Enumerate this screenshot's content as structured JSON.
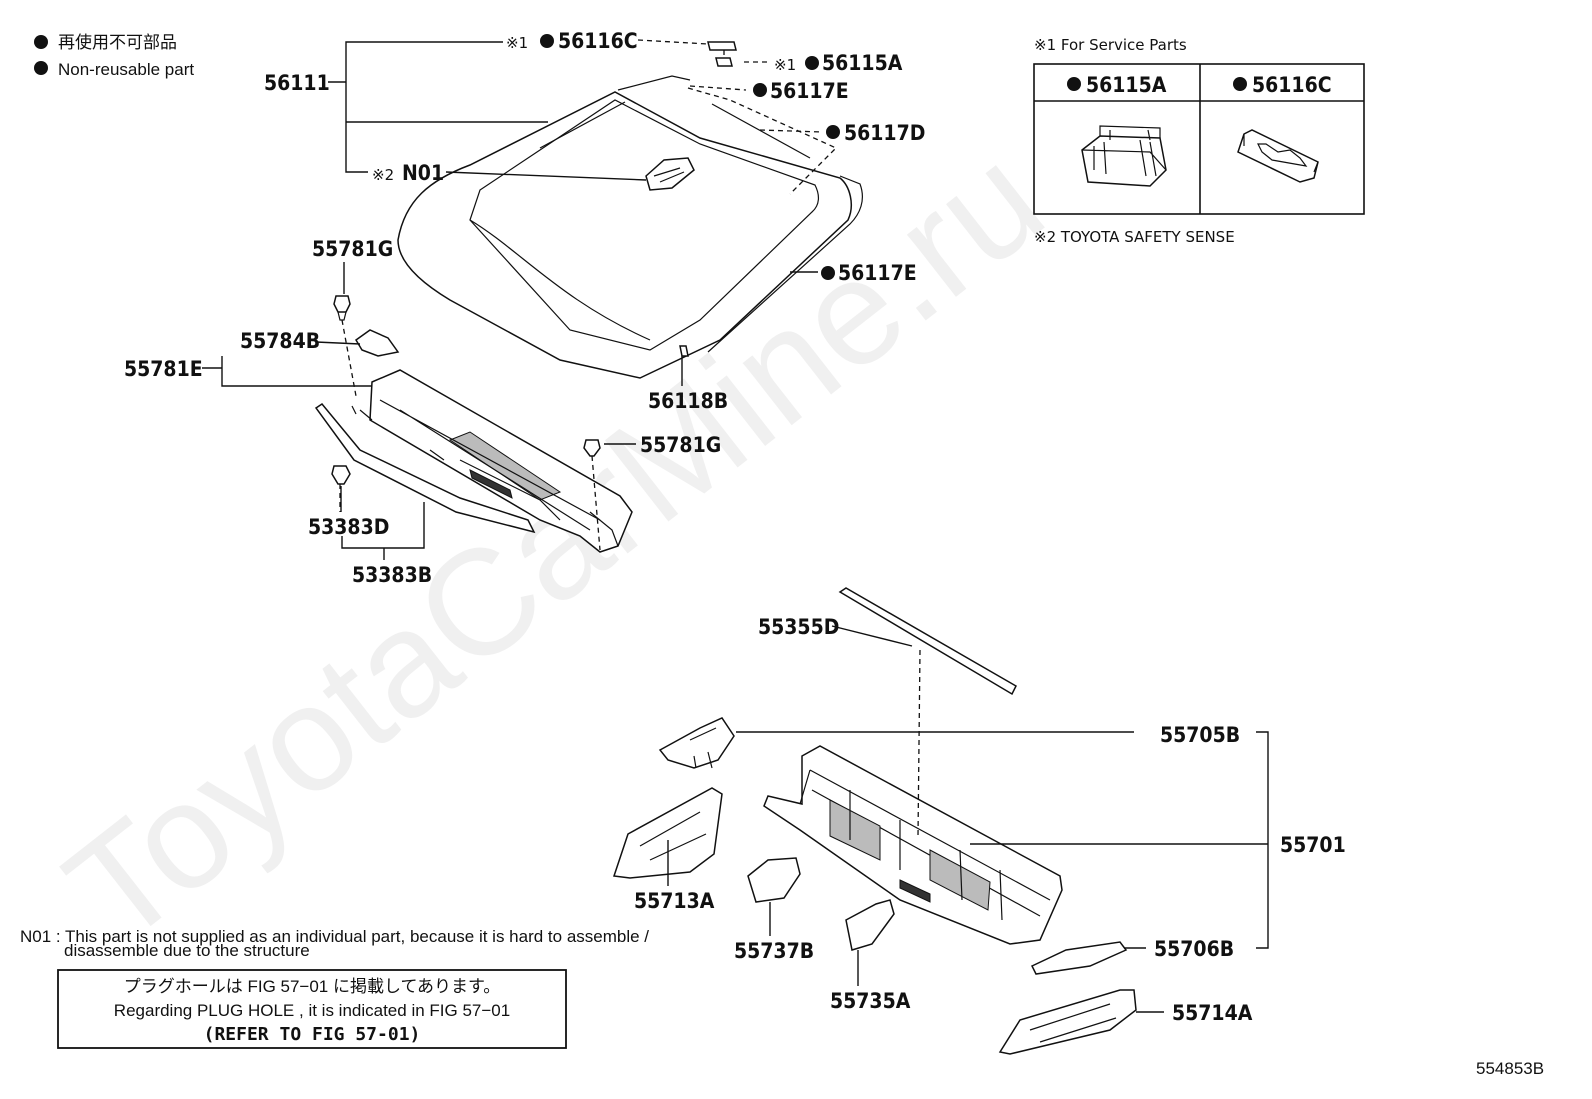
{
  "legend": {
    "dot_line1": "再使用不可部品",
    "dot_line2": "Non-reusable part"
  },
  "service_box": {
    "title": "※1 For Service Parts",
    "col1": "56115A",
    "col2": "56116C",
    "note2": "※2 TOYOTA SAFETY SENSE"
  },
  "parts": {
    "p56111": "56111",
    "p56116C": "56116C",
    "p56115A": "56115A",
    "p56117E_top": "56117E",
    "p56117D": "56117D",
    "pN01": "N01",
    "p56117E_right": "56117E",
    "p55781G_top": "55781G",
    "p55784B": "55784B",
    "p55781E": "55781E",
    "p56118B": "56118B",
    "p55781G_mid": "55781G",
    "p53383D": "53383D",
    "p53383B": "53383B",
    "p55355D": "55355D",
    "p55705B": "55705B",
    "p55701": "55701",
    "p55713A": "55713A",
    "p55737B": "55737B",
    "p55735A": "55735A",
    "p55706B": "55706B",
    "p55714A": "55714A"
  },
  "marks": {
    "ref1": "※1",
    "ref2": "※2"
  },
  "footnote": {
    "line1": "N01 : This part is not supplied as an individual part, because it is hard to assemble /",
    "line2": "disassemble due to the structure"
  },
  "plug_box": {
    "line1": "プラグホールは FIG 57−01 に掲載してあります。",
    "line2": "Regarding  PLUG  HOLE , it is indicated in  FIG  57−01",
    "line3": "(REFER TO FIG 57-01)"
  },
  "figure_id": "554853B",
  "watermark": "ToyotaCarMine.ru"
}
